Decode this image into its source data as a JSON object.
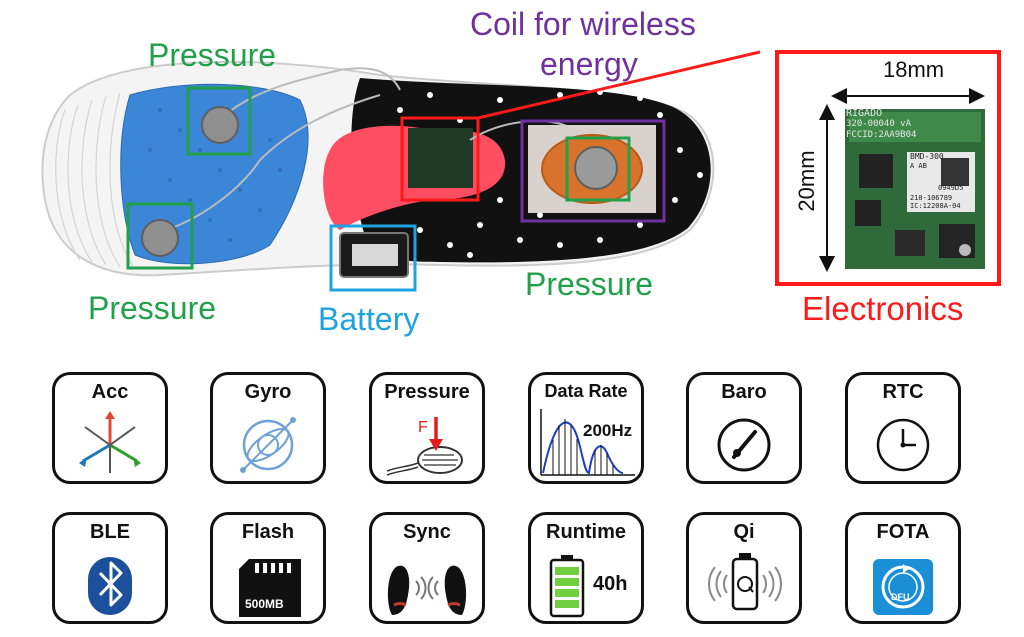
{
  "labels": {
    "pressure_left_top": "Pressure",
    "pressure_left_bottom": "Pressure",
    "pressure_right": "Pressure",
    "coil_line1": "Coil for wireless",
    "coil_line2": "energy",
    "battery": "Battery",
    "electronics": "Electronics",
    "dim_width": "18mm",
    "dim_height": "20mm"
  },
  "chip_text": {
    "line1": "RIGADO",
    "line2": "320-00040 vA",
    "line3": "FCCID:2AA9B04",
    "module": "BMD-300",
    "ab": "A   AB",
    "code": "0949D5",
    "ref1": "210-106789",
    "ref2": "IC:12208A-04"
  },
  "features_row1": [
    {
      "title": "Acc",
      "icon": "accelerometer-axes-icon"
    },
    {
      "title": "Gyro",
      "icon": "gyroscope-icon"
    },
    {
      "title": "Pressure",
      "icon": "pressure-sensor-icon",
      "sub": "F"
    },
    {
      "title": "Data Rate",
      "icon": "data-rate-wave-icon",
      "sub": "200Hz"
    },
    {
      "title": "Baro",
      "icon": "barometer-gauge-icon"
    },
    {
      "title": "RTC",
      "icon": "clock-icon"
    }
  ],
  "features_row2": [
    {
      "title": "BLE",
      "icon": "bluetooth-icon"
    },
    {
      "title": "Flash",
      "icon": "sd-card-icon",
      "sub": "500MB"
    },
    {
      "title": "Sync",
      "icon": "shoes-sync-icon"
    },
    {
      "title": "Runtime",
      "icon": "battery-level-icon",
      "sub": "40h"
    },
    {
      "title": "Qi",
      "icon": "wireless-charging-icon"
    },
    {
      "title": "FOTA",
      "icon": "dfu-update-icon",
      "sub": "DFU"
    }
  ],
  "colors": {
    "green": "#20a04a",
    "purple": "#7030a0",
    "blue": "#1ea2e0",
    "red": "#ff1a1a",
    "insole_blue": "#3b86d6",
    "insole_black": "#111111",
    "pcb_green": "#2f6b3a",
    "bluetooth_blue": "#1c4f9c",
    "dfu_blue": "#1a8fd6"
  }
}
